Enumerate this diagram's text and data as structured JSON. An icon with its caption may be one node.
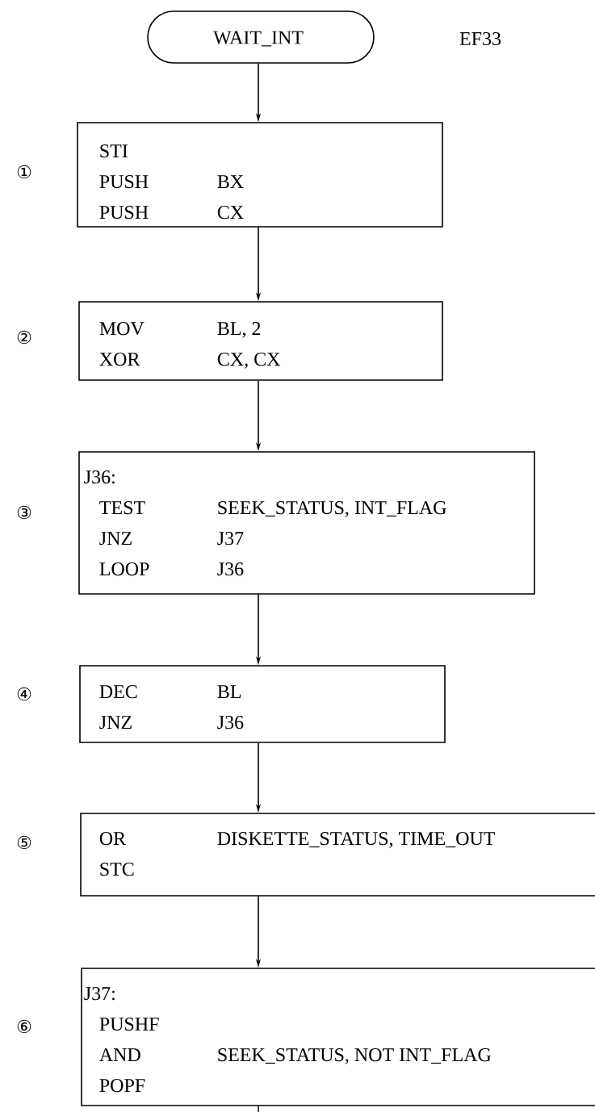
{
  "diagram": {
    "nodes": [
      {
        "text": [
          "WAIT_INT"
        ]
      },
      {
        "text": [
          "STI",
          "PUSH",
          "BX",
          "PUSH",
          "CX"
        ]
      },
      {
        "text": [
          "MOV",
          "BL, 2",
          "XOR",
          "CX, CX"
        ]
      },
      {
        "text": [
          "J36:",
          "TEST",
          "SEEK_STATUS, INT_FLAG",
          "JNZ",
          "J37",
          "LOOP",
          "J36"
        ]
      },
      {
        "text": [
          "DEC",
          "BL",
          "JNZ",
          "J36"
        ]
      },
      {
        "text": [
          "OR",
          "DISKETTE_STATUS, TIME_OUT",
          "STC"
        ]
      },
      {
        "text": [
          "J37:",
          "PUSHF",
          "AND",
          "SEEK_STATUS, NOT INT_FLAG",
          "POPF"
        ]
      }
    ],
    "edges": [
      {
        "from": 0,
        "to": 1,
        "arrow": "to"
      },
      {
        "from": 1,
        "to": 2,
        "arrow": "to"
      },
      {
        "from": 2,
        "to": 3,
        "arrow": "to"
      },
      {
        "from": 3,
        "to": 4,
        "arrow": "to"
      },
      {
        "from": 4,
        "to": 5,
        "arrow": "to"
      },
      {
        "from": 5,
        "to": 6,
        "arrow": "to"
      },
      {
        "from": 6,
        "to": null,
        "arrow": "none"
      }
    ],
    "labels": [
      "EF33",
      "①",
      "②",
      "③",
      "④",
      "⑤",
      "⑥"
    ]
  }
}
